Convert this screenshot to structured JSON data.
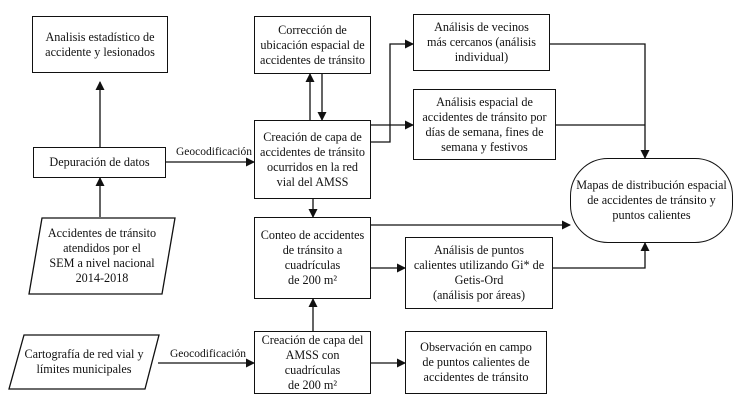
{
  "nodes": {
    "analisis_estadistico": "Analisis estadístico de\naccidente y lesionados",
    "depuracion": "Depuración de datos",
    "accidentes_sem": "Accidentes de tránsito\natendidos por el\nSEM a nivel nacional\n2014-2018",
    "correccion": "Corrección de\nubicación espacial de\naccidentes de tránsito",
    "creacion_capa": "Creación de capa de\naccidentes de tránsito\nocurridos en la red\nvial del AMSS",
    "conteo": "Conteo de accidentes\nde tránsito a\ncuadrículas\nde 200 m²",
    "creacion_capa_amss": "Creación de capa del\nAMSS con cuadrículas\nde 200 m²",
    "cartografia": "Cartografía de red vial y\nlímites municipales",
    "vecinos": "Análisis de vecinos\nmás cercanos (análisis\nindividual)",
    "analisis_espacial": "Análisis espacial de\naccidentes de tránsito por\ndías de semana, fines de\nsemana y festivos",
    "puntos_calientes": "Análisis de puntos\ncalientes utilizando Gi* de\nGetis-Ord\n(análisis por áreas)",
    "observacion": "Observación en campo\nde puntos calientes de\naccidentes de tránsito",
    "mapas": "Mapas de distribución espacial\nde accidentes de tránsito y\npuntos calientes"
  },
  "edge_labels": {
    "geocodificacion_top": "Geocodificación",
    "geocodificacion_bottom": "Geocodificación"
  }
}
